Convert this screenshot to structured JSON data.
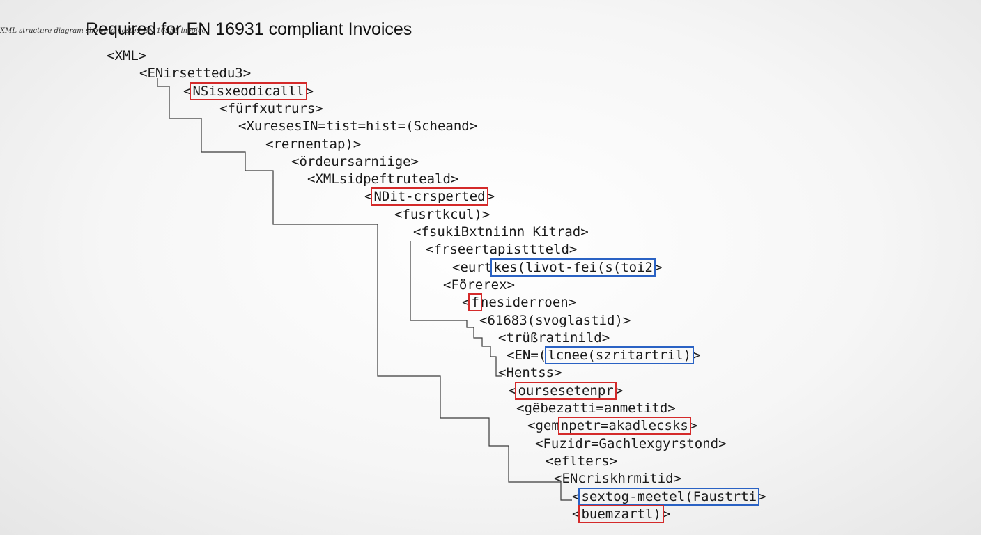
{
  "caption": "XML structure diagram showing nested EN 16931 invoice",
  "title": "Required for EN 16931 compliant Invoices",
  "colors": {
    "required": "#d42a2a",
    "optional": "#2a62c4",
    "line": "#3a3a3a",
    "text": "#1a1a1a"
  },
  "nodes": [
    {
      "pre": "<XML>",
      "mark": "",
      "post": "",
      "hl": ""
    },
    {
      "pre": "<ENirsettedu3>",
      "mark": "",
      "post": "",
      "hl": ""
    },
    {
      "pre": "<",
      "mark": "NSisxeodicalll",
      "post": ">",
      "hl": "red"
    },
    {
      "pre": "<fürfxutrurs>",
      "mark": "",
      "post": "",
      "hl": ""
    },
    {
      "pre": "<XuresesIN=tist=hist=(Scheand>",
      "mark": "",
      "post": "",
      "hl": ""
    },
    {
      "pre": "<rernentap)>",
      "mark": "",
      "post": "",
      "hl": ""
    },
    {
      "pre": "<ördeursarniige>",
      "mark": "",
      "post": "",
      "hl": ""
    },
    {
      "pre": "<XMLsidpeftruteald>",
      "mark": "",
      "post": "",
      "hl": ""
    },
    {
      "pre": "<",
      "mark": "NDit-crsperted",
      "post": ">",
      "hl": "red"
    },
    {
      "pre": "<fusrtkcul)>",
      "mark": "",
      "post": "",
      "hl": ""
    },
    {
      "pre": "<fsukiBxtniinn Kitrad>",
      "mark": "",
      "post": "",
      "hl": ""
    },
    {
      "pre": "<frseertapisttteld>",
      "mark": "",
      "post": "",
      "hl": ""
    },
    {
      "pre": "<eurt",
      "mark": "kes(livot-fei(s(toi2",
      "post": ">",
      "hl": "blue"
    },
    {
      "pre": "<Förerex>",
      "mark": "",
      "post": "",
      "hl": ""
    },
    {
      "pre": "<",
      "mark": "f",
      "post": "nesiderroen>",
      "hl": "red"
    },
    {
      "pre": "<61683(svoglastid)>",
      "mark": "",
      "post": "",
      "hl": ""
    },
    {
      "pre": "<trüßratinild>",
      "mark": "",
      "post": "",
      "hl": ""
    },
    {
      "pre": "<EN=(",
      "mark": "lcnee(szritartril)",
      "post": ">",
      "hl": "blue"
    },
    {
      "pre": "<Hentss>",
      "mark": "",
      "post": "",
      "hl": ""
    },
    {
      "pre": "<",
      "mark": "oursesetenpr",
      "post": ">",
      "hl": "red"
    },
    {
      "pre": "<gëbezatti=anmetitd>",
      "mark": "",
      "post": "",
      "hl": ""
    },
    {
      "pre": "<gem",
      "mark": "npetr=akadlecsks",
      "post": ">",
      "hl": "red"
    },
    {
      "pre": "<Fuzidr=Gachlexgyrstond>",
      "mark": "",
      "post": "",
      "hl": ""
    },
    {
      "pre": "<eflters>",
      "mark": "",
      "post": "",
      "hl": ""
    },
    {
      "pre": "<ENcriskhrmitid>",
      "mark": "",
      "post": "",
      "hl": ""
    },
    {
      "pre": "<",
      "mark": "sextog-meetel(Faustrti",
      "post": ">",
      "hl": "blue"
    },
    {
      "pre": "<",
      "mark": "buemzartl)",
      "post": ">",
      "hl": "red"
    }
  ]
}
